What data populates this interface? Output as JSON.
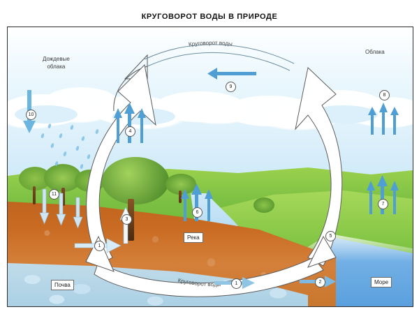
{
  "title": "КРУГОВОРОТ ВОДЫ В ПРИРОДЕ",
  "labels": {
    "rain_clouds": "Дождевые\nоблака",
    "rain_clouds_line1": "Дождевые",
    "rain_clouds_line2": "облака",
    "clouds": "Облака",
    "river": "Река",
    "soil": "Почва",
    "sea": "Море",
    "cycle_top": "Круговорот воды",
    "cycle_bottom": "Круговорот воды"
  },
  "markers": [
    {
      "id": "1",
      "label": "1",
      "meaning": "groundwater-flow-soil"
    },
    {
      "id": "2",
      "label": "2",
      "meaning": "groundwater-into-sea"
    },
    {
      "id": "3",
      "label": "3",
      "meaning": "uptake-by-tree"
    },
    {
      "id": "4",
      "label": "4",
      "meaning": "transpiration-from-trees"
    },
    {
      "id": "5",
      "label": "5",
      "meaning": "river-flows-into-sea"
    },
    {
      "id": "6",
      "label": "6",
      "meaning": "evaporation-from-river"
    },
    {
      "id": "7",
      "label": "7",
      "meaning": "evaporation-from-sea"
    },
    {
      "id": "8",
      "label": "8",
      "meaning": "cloud-formation"
    },
    {
      "id": "9",
      "label": "9",
      "meaning": "cloud-transport-by-wind"
    },
    {
      "id": "10",
      "label": "10",
      "meaning": "precipitation-rain"
    },
    {
      "id": "11",
      "label": "11",
      "meaning": "infiltration-into-soil"
    }
  ],
  "colors": {
    "sky": "#eaf7fd",
    "grass": "#7cc043",
    "soil": "#c96b22",
    "sea": "#5aa0de",
    "water_arrow": "#4f9fd4",
    "frame_border": "#2b2b2b",
    "cycle_arrow_fill": "#ffffff",
    "cycle_arrow_stroke": "#555555"
  }
}
